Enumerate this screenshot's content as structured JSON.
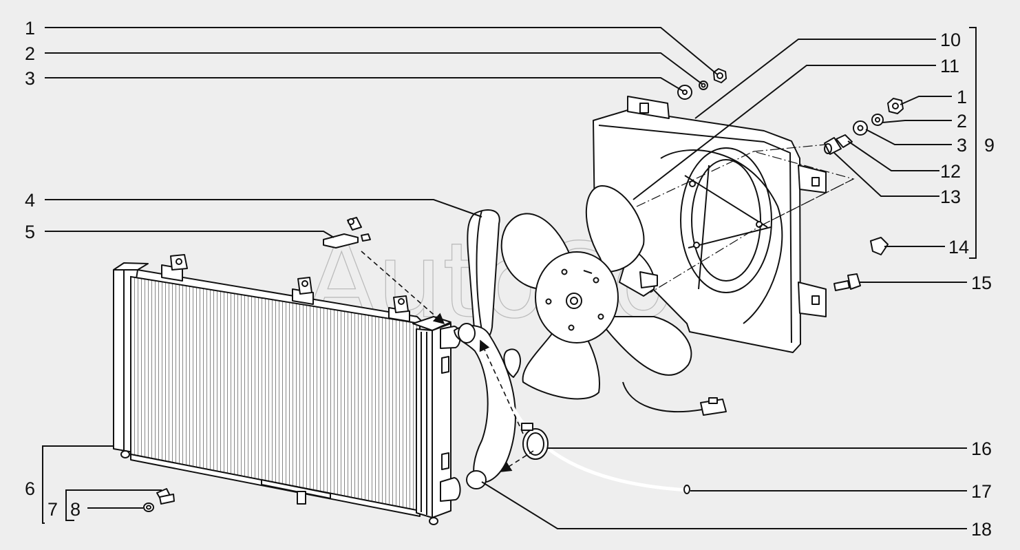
{
  "watermark": "AutoSoft",
  "callouts": {
    "l1": "1",
    "l2": "2",
    "l3": "3",
    "l4": "4",
    "l5": "5",
    "l6": "6",
    "l7": "7",
    "l8": "8",
    "r10": "10",
    "r11": "11",
    "r1": "1",
    "r2": "2",
    "r3": "3",
    "r12": "12",
    "r13": "13",
    "r14": "14",
    "r15": "15",
    "r16": "16",
    "r17": "17",
    "r18": "18",
    "g9": "9"
  }
}
